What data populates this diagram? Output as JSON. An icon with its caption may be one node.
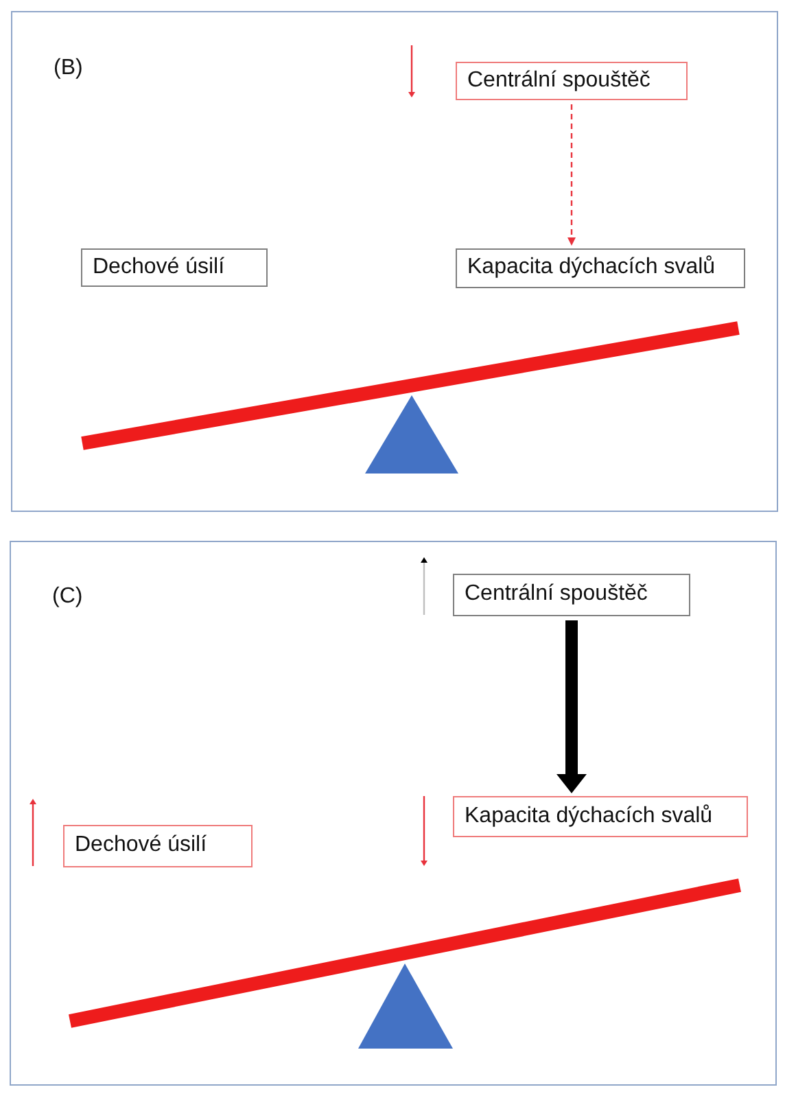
{
  "diagram": {
    "nodes": [
      {
        "text": [
          "(B)"
        ]
      },
      {
        "text": [
          "Centrální spouštěč"
        ],
        "in": 0
      },
      {
        "text": [
          "Dechové úsilí"
        ],
        "in": 0
      },
      {
        "text": [
          "Kapacita dýchacích svalů"
        ],
        "in": 0
      },
      {
        "text": [
          "(C)"
        ]
      },
      {
        "text": [
          "Centrální spouštěč"
        ],
        "in": 4
      },
      {
        "text": [
          "Dechové úsilí"
        ],
        "in": 4
      },
      {
        "text": [
          "Kapacita dýchacích svalů"
        ],
        "in": 4
      }
    ],
    "edges": [
      {
        "from": 1,
        "to": 3,
        "arrow": "to",
        "style": "dashed",
        "color": "#e8323c"
      },
      {
        "from": 5,
        "to": 7,
        "arrow": "to",
        "style": "thick",
        "color": "#000000"
      }
    ]
  }
}
